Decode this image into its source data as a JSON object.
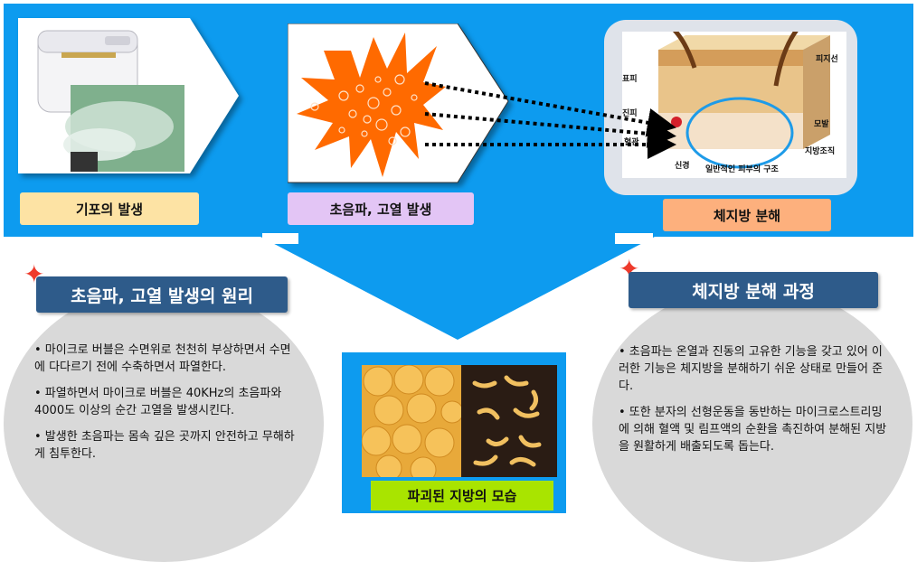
{
  "steps": [
    {
      "label": "기포의 발생"
    },
    {
      "label": "초음파, 고열 발생"
    },
    {
      "label": "체지방 분해"
    }
  ],
  "skin_diagram": {
    "labels": {
      "pijiseon": "피지선",
      "pyopi": "표피",
      "jinpi": "진피",
      "hyeolgwan": "혈관",
      "mosaeng": "모발",
      "jibangjojik": "지방조직",
      "singyeong": "신경",
      "caption": "일반적인 피부의 구조"
    }
  },
  "left_panel": {
    "title": "초음파, 고열 발생의 원리",
    "bullets": [
      "• 마이크로 버블은 수면위로 천천히 부상하면서 수면에 다다르기 전에 수축하면서 파열한다.",
      "• 파열하면서 마이크로 버블은 40KHz의 초음파와 4000도 이상의 순간 고열을 발생시킨다.",
      "• 발생한 초음파는 몸속 깊은 곳까지 안전하고 무해하게 침투한다."
    ]
  },
  "right_panel": {
    "title": "체지방 분해 과정",
    "bullets": [
      "• 초음파는 온열과 진동의 고유한 기능을 갖고 있어 이러한 기능은 체지방을 분해하기 쉬운 상태로 만들어 준다.",
      "• 또한 분자의 선형운동을 동반하는 마이크로스트리밍에 의해 혈액 및 림프액의 순환을 촉진하여 분해된 지방을 원활하게 배출되도록 돕는다."
    ]
  },
  "center_image": {
    "caption": "파괴된 지방의 모습"
  },
  "colors": {
    "banner": "#0d9bef",
    "title_bg": "#2e5b8a",
    "burst": "#ff6a00",
    "caption_bg": "#a9e400"
  }
}
